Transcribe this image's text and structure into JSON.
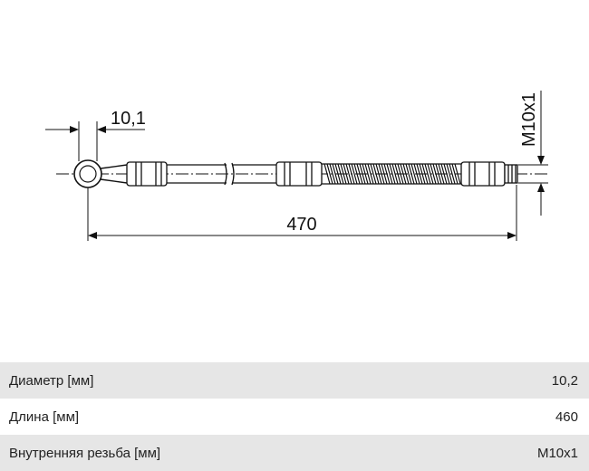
{
  "drawing": {
    "dimensions": {
      "eye_offset": "10,1",
      "overall_length": "470",
      "thread": "M10x1"
    }
  },
  "specs": [
    {
      "label": "Диаметр [мм]",
      "value": "10,2"
    },
    {
      "label": "Длина [мм]",
      "value": "460"
    },
    {
      "label": "Внутренняя резьба [мм]",
      "value": "M10x1"
    }
  ]
}
